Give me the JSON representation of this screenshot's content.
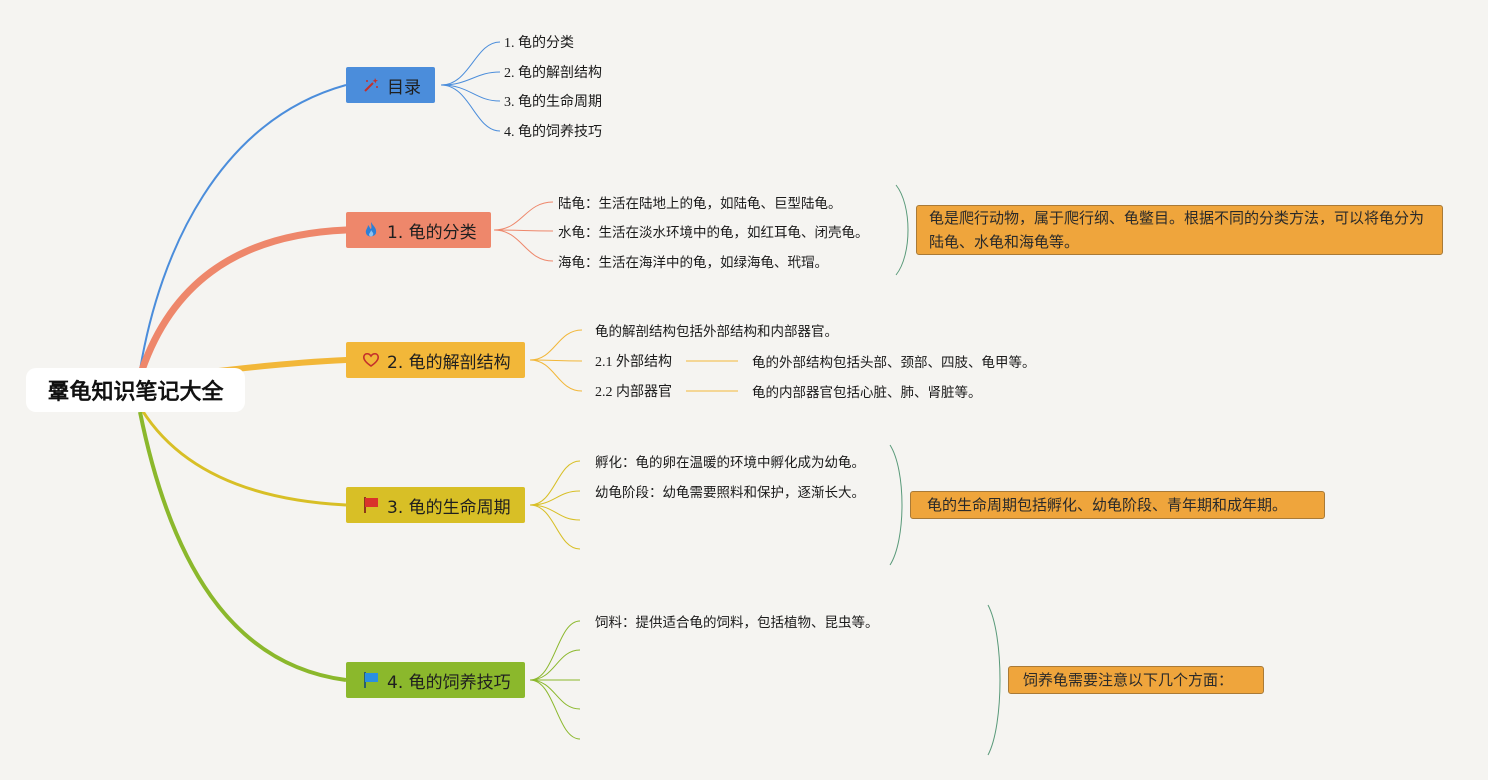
{
  "root": {
    "title": "鞷龟知识笔记大全"
  },
  "colors": {
    "catalog": "#4b8ddb",
    "classify": "#ee876b",
    "anatomy": "#f2b739",
    "lifecycle": "#d8bf26",
    "feeding": "#8bb82c",
    "summary": "#efa53c"
  },
  "catalog": {
    "label": "目录",
    "icon": "magic-wand-icon",
    "items": [
      "1. 龟的分类",
      "2. 龟的解剖结构",
      "3. 龟的生命周期",
      "4. 龟的饲养技巧"
    ]
  },
  "classify": {
    "label": "1. 龟的分类",
    "icon": "fire-icon",
    "items": [
      "陆龟：生活在陆地上的龟，如陆龟、巨型陆龟。",
      "水龟：生活在淡水环境中的龟，如红耳龟、闭壳龟。",
      "海龟：生活在海洋中的龟，如绿海龟、玳瑁。"
    ],
    "summary": "龟是爬行动物，属于爬行纲、龟鳖目。根据不同的分类方法，可以将龟分为陆龟、水龟和海龟等。"
  },
  "anatomy": {
    "label": "2. 龟的解剖结构",
    "icon": "heart-icon",
    "intro": "龟的解剖结构包括外部结构和内部器官。",
    "subs": [
      {
        "title": "2.1 外部结构",
        "detail": "龟的外部结构包括头部、颈部、四肢、龟甲等。"
      },
      {
        "title": "2.2 内部器官",
        "detail": "龟的内部器官包括心脏、肺、肾脏等。"
      }
    ]
  },
  "lifecycle": {
    "label": "3. 龟的生命周期",
    "icon": "red-flag-icon",
    "items": [
      "孵化：龟的卵在温暖的环境中孵化成为幼龟。",
      "幼龟阶段：幼龟需要照料和保护，逐渐长大。",
      "",
      ""
    ],
    "summary": "龟的生命周期包括孵化、幼龟阶段、青年期和成年期。"
  },
  "feeding": {
    "label": "4. 龟的饲养技巧",
    "icon": "blue-flag-icon",
    "items": [
      "饲料：提供适合龟的饲料，包括植物、昆虫等。",
      "",
      "",
      "",
      ""
    ],
    "summary": "饲养龟需要注意以下几个方面："
  }
}
